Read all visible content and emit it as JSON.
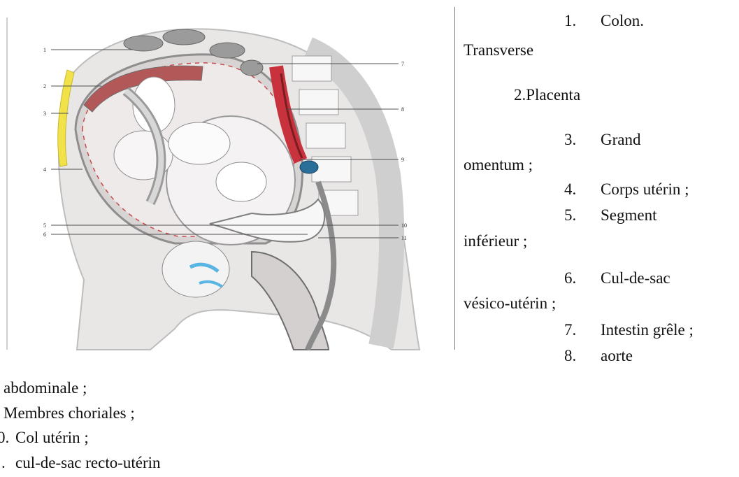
{
  "figure": {
    "numbers": [
      "1",
      "2",
      "3",
      "4",
      "5",
      "6",
      "7",
      "8",
      "9",
      "10",
      "11"
    ],
    "colors": {
      "omentum": "#f2e24a",
      "aorta": "#c8323c",
      "vein": "#2a6f9a",
      "bladder_fluid": "#58b4e2"
    }
  },
  "legend_right": [
    {
      "num": "1.",
      "text": "Colon."
    },
    {
      "num": "",
      "text": "Transverse"
    },
    {
      "num": "",
      "text": "2.Placenta"
    },
    {
      "num": "3.",
      "text": "Grand"
    },
    {
      "num": "",
      "text": "omentum ;"
    },
    {
      "num": "4.",
      "text": "Corps utérin ;"
    },
    {
      "num": "5.",
      "text": "Segment"
    },
    {
      "num": "",
      "text": "inférieur ;"
    },
    {
      "num": "6.",
      "text": "Cul-de-sac"
    },
    {
      "num": "",
      "text": "vésico-utérin ;"
    },
    {
      "num": "7.",
      "text": "Intestin grêle ;"
    },
    {
      "num": "8.",
      "text": "aorte"
    }
  ],
  "legend_bottom": [
    {
      "num": "",
      "text": "abdominale ;"
    },
    {
      "num": "",
      "text": "Membres choriales ;"
    },
    {
      "num": "0.",
      "text": "Col utérin ;"
    },
    {
      "num": ".",
      "text": "cul-de-sac recto-utérin"
    }
  ]
}
